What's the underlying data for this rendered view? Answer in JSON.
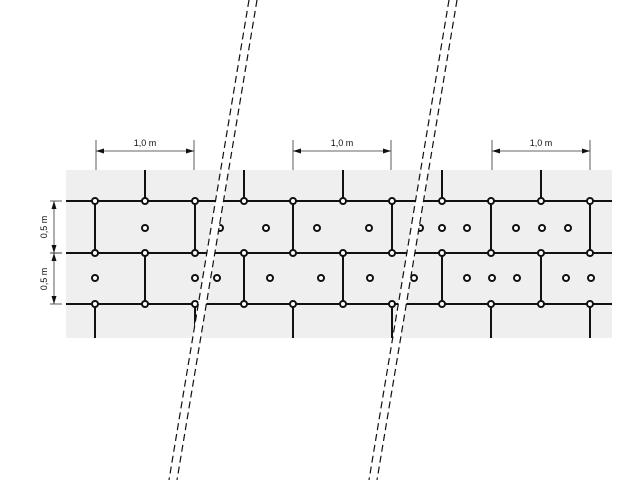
{
  "diagram": {
    "horizontal_dimensions": [
      {
        "label": "1,0 m"
      },
      {
        "label": "1,0 m"
      },
      {
        "label": "1,0 m"
      }
    ],
    "vertical_dimensions": [
      {
        "label": "0,5 m"
      },
      {
        "label": "0,5 m"
      }
    ],
    "colors": {
      "background_band": "#efefef",
      "lines": "#111111",
      "break_band": "#ffffff"
    }
  }
}
